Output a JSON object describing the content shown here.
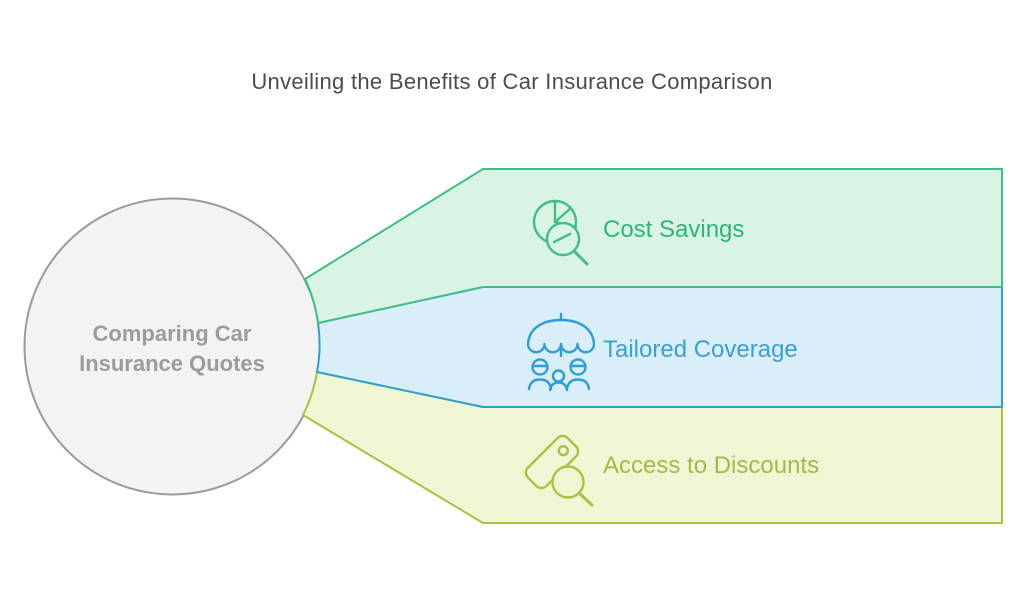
{
  "title": {
    "text": "Unveiling the Benefits of Car Insurance Comparison",
    "color": "#4c4c4c"
  },
  "center_node": {
    "line1": "Comparing Car",
    "line2": "Insurance Quotes",
    "fill": "#f3f3f3",
    "border": "#9a9a9a",
    "text_color": "#9b9b9b"
  },
  "benefits": [
    {
      "label": "Cost Savings",
      "icon": "pie-chart-magnifier-icon",
      "fill": "#d9f4e5",
      "stroke": "#3fbe86",
      "text_color": "#2eb576"
    },
    {
      "label": "Tailored Coverage",
      "icon": "umbrella-family-icon",
      "fill": "#d9eef9",
      "stroke": "#2d9fd6",
      "text_color": "#3aa0d4"
    },
    {
      "label": "Access to Discounts",
      "icon": "tag-magnifier-icon",
      "fill": "#f0f6d3",
      "stroke": "#a7c240",
      "text_color": "#a0bb49"
    }
  ]
}
